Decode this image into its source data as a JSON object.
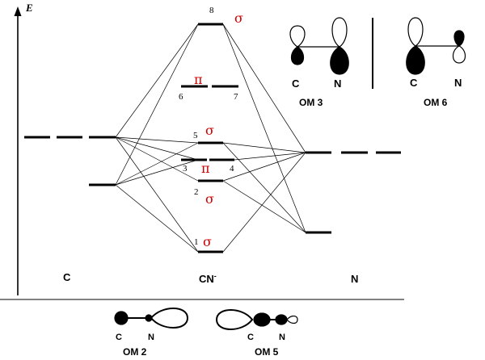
{
  "axis": {
    "label": "E"
  },
  "columns": {
    "left": "C",
    "middle": "CN",
    "middle_superscript": "-",
    "right": "N"
  },
  "levels": {
    "n1": "1",
    "n2": "2",
    "n3": "3",
    "n4": "4",
    "n5": "5",
    "n6": "6",
    "n7": "7",
    "n8": "8"
  },
  "symmetry": {
    "sigma": "σ",
    "pi": "π"
  },
  "orbital_pictures": {
    "om3": {
      "label": "OM 3",
      "c": "C",
      "n": "N"
    },
    "om6": {
      "label": "OM 6",
      "c": "C",
      "n": "N"
    },
    "om2": {
      "label": "OM 2",
      "c": "C",
      "n": "N"
    },
    "om5": {
      "label": "OM 5",
      "c": "C",
      "n": "N"
    }
  },
  "colors": {
    "line": "#000000",
    "symmetry_label": "#cc0000"
  }
}
